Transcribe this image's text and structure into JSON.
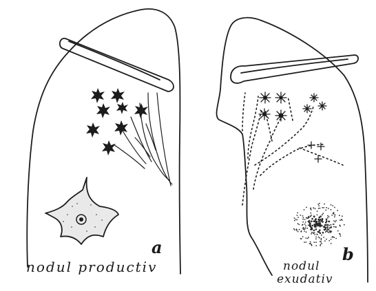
{
  "figure": {
    "panel_a": {
      "letter": "a",
      "caption": "nodul productiv"
    },
    "panel_b": {
      "letter": "b",
      "caption_line1": "nodul",
      "caption_line2": "exudativ"
    }
  }
}
